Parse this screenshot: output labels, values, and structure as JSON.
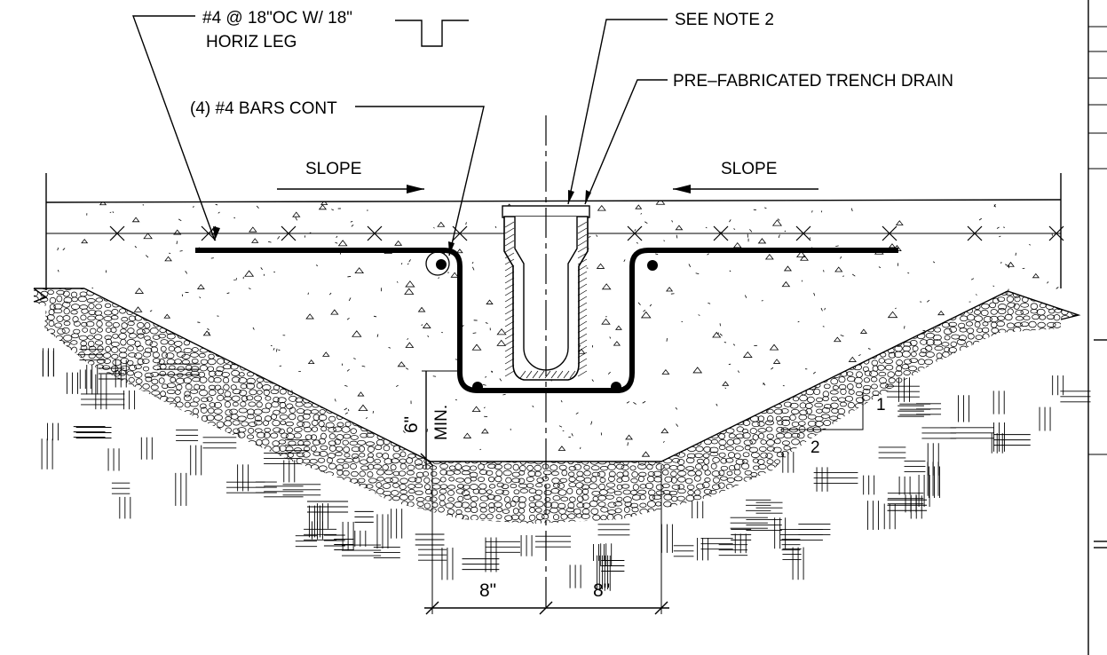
{
  "labels": {
    "rebar_spec_line1": "#4 @ 18\"OC W/ 18\"",
    "rebar_spec_line2": "HORIZ LEG",
    "bars_cont": "(4) #4 BARS CONT",
    "see_note": "SEE NOTE 2",
    "trench_drain": "PRE–FABRICATED TRENCH DRAIN",
    "slope_left": "SLOPE",
    "slope_right": "SLOPE",
    "min_depth": "6\"",
    "min_text": "MIN.",
    "dim_left": "8\"",
    "dim_right": "8\"",
    "ratio_rise": "1",
    "ratio_run": "2"
  },
  "colors": {
    "line": "#000000",
    "background": "#ffffff"
  }
}
